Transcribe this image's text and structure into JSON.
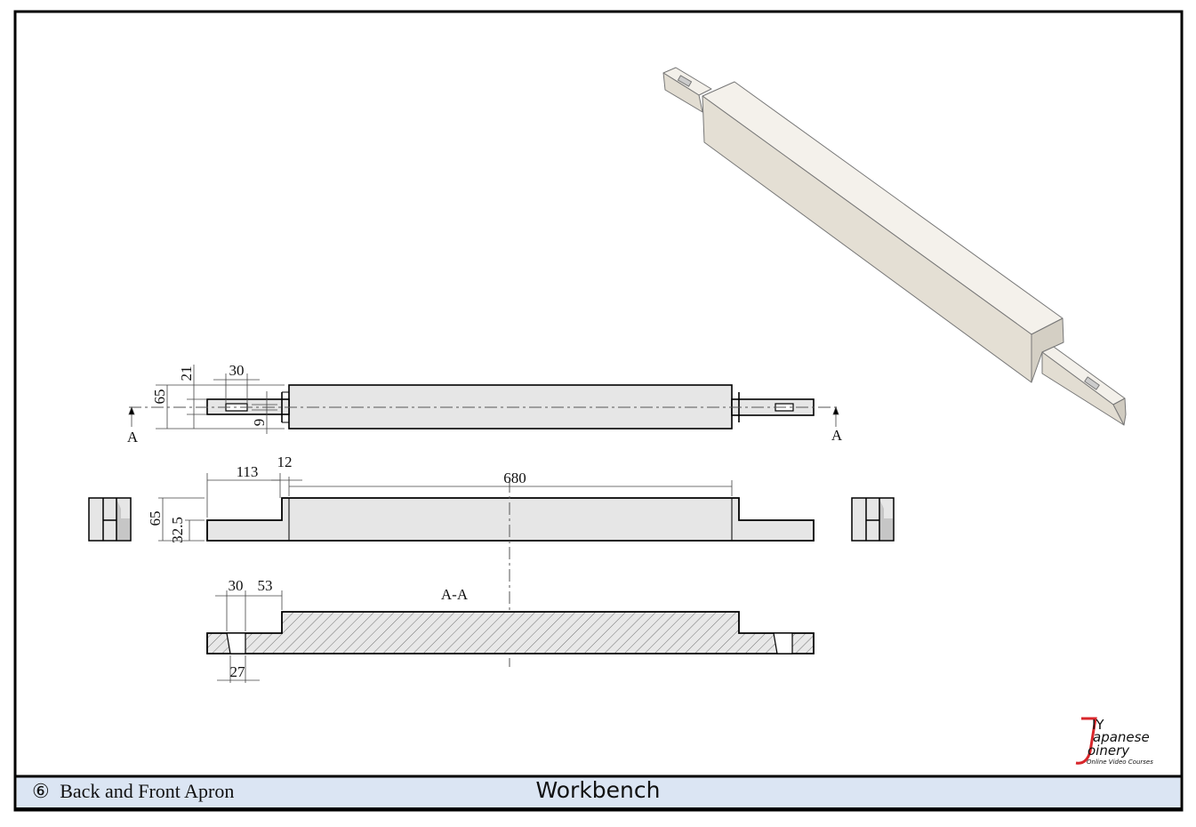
{
  "footer": {
    "sheet_number": "⑥",
    "sheet_title": "Back and Front Apron",
    "project_title": "Workbench"
  },
  "logo": {
    "line1": "DIY",
    "line2": "Japanese",
    "line3": "Joinery",
    "tagline": "Online Video Courses"
  },
  "colors": {
    "footer_band": "#dbe5f3",
    "part_fill": "#e6e6e6",
    "logo_red": "#d8262b"
  },
  "top_view": {
    "section_marker_left": "A",
    "section_marker_right": "A",
    "dims": {
      "width": "65",
      "offset": "21",
      "mortise_length": "30",
      "mortise_width": "9"
    }
  },
  "front_view": {
    "dims": {
      "tenon_length": "113",
      "shoulder": "12",
      "body_length": "680",
      "height": "65",
      "tenon_height": "32.5"
    }
  },
  "section_view": {
    "label": "A-A",
    "dims": {
      "hole_top": "30",
      "hole_offset": "53",
      "hole_bottom": "27"
    }
  }
}
